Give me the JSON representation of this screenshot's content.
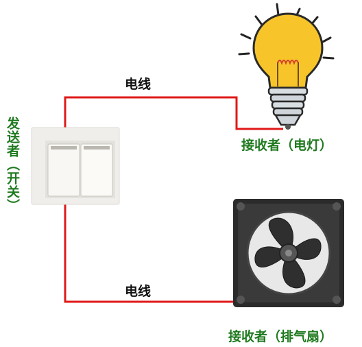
{
  "labels": {
    "wire_top": "电线",
    "wire_bottom": "电线",
    "sender": "发送者（开关）",
    "receiver_lamp": "接收者（电灯）",
    "receiver_fan": "接收者（排气扇）"
  },
  "colors": {
    "wire": "#e01818",
    "label_green": "#1f7a1f",
    "bulb": "#f7c52a",
    "fan_frame": "#2b2b2b"
  },
  "icons": {
    "switch": "double-wall-switch-icon",
    "lamp": "light-bulb-icon",
    "fan": "exhaust-fan-icon"
  }
}
